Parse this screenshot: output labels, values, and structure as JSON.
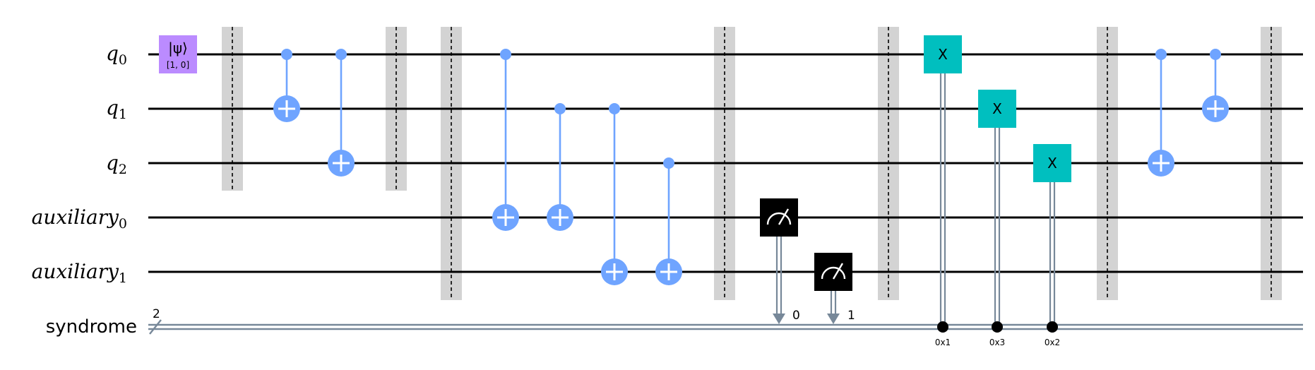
{
  "registers": {
    "q0": {
      "name": "q",
      "sub": "0"
    },
    "q1": {
      "name": "q",
      "sub": "1"
    },
    "q2": {
      "name": "q",
      "sub": "2"
    },
    "aux0": {
      "name": "auxiliary",
      "sub": "0"
    },
    "aux1": {
      "name": "auxiliary",
      "sub": "1"
    },
    "syndrome": {
      "name": "syndrome",
      "size": "2"
    }
  },
  "init_gate": {
    "label": "|ψ⟩",
    "params": "[1, 0]"
  },
  "measurements": {
    "m0_bit": "0",
    "m1_bit": "1"
  },
  "x_gates": {
    "label": "X"
  },
  "conditions": [
    "0x1",
    "0x3",
    "0x2"
  ],
  "colors": {
    "init": "#bb8bff",
    "x_gate": "#00bfbf",
    "control": "#6fa4ff",
    "classical": "#778899",
    "barrier": "#d3d3d3",
    "measure": "#000000"
  }
}
